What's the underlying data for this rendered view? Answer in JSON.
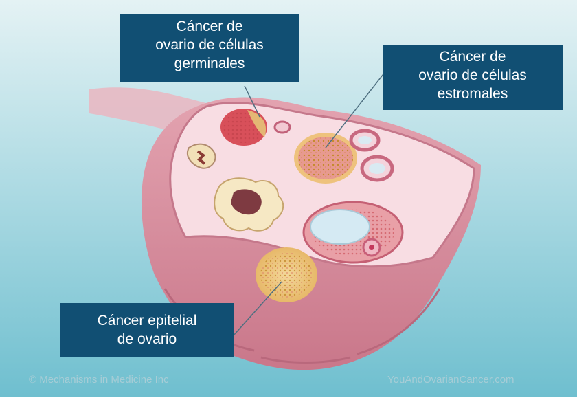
{
  "labels": {
    "germinal": {
      "line1": "Cáncer de",
      "line2": "ovario de células",
      "line3": "germinales"
    },
    "stromal": {
      "line1": "Cáncer de",
      "line2": "ovario de células",
      "line3": "estromales"
    },
    "epithelial": {
      "line1": "Cáncer epitelial",
      "line2": "de ovario"
    }
  },
  "credits": {
    "left": "© Mechanisms in Medicine Inc",
    "right": "YouAndOvarianCancer.com"
  },
  "colors": {
    "label_bg": "#114f73",
    "label_text": "#ffffff",
    "background_top": "#e3f1f3",
    "background_bottom": "#78c3d2",
    "ovary_outer": "#d88f9d",
    "ovary_cut_surface": "#f7dbe1"
  }
}
